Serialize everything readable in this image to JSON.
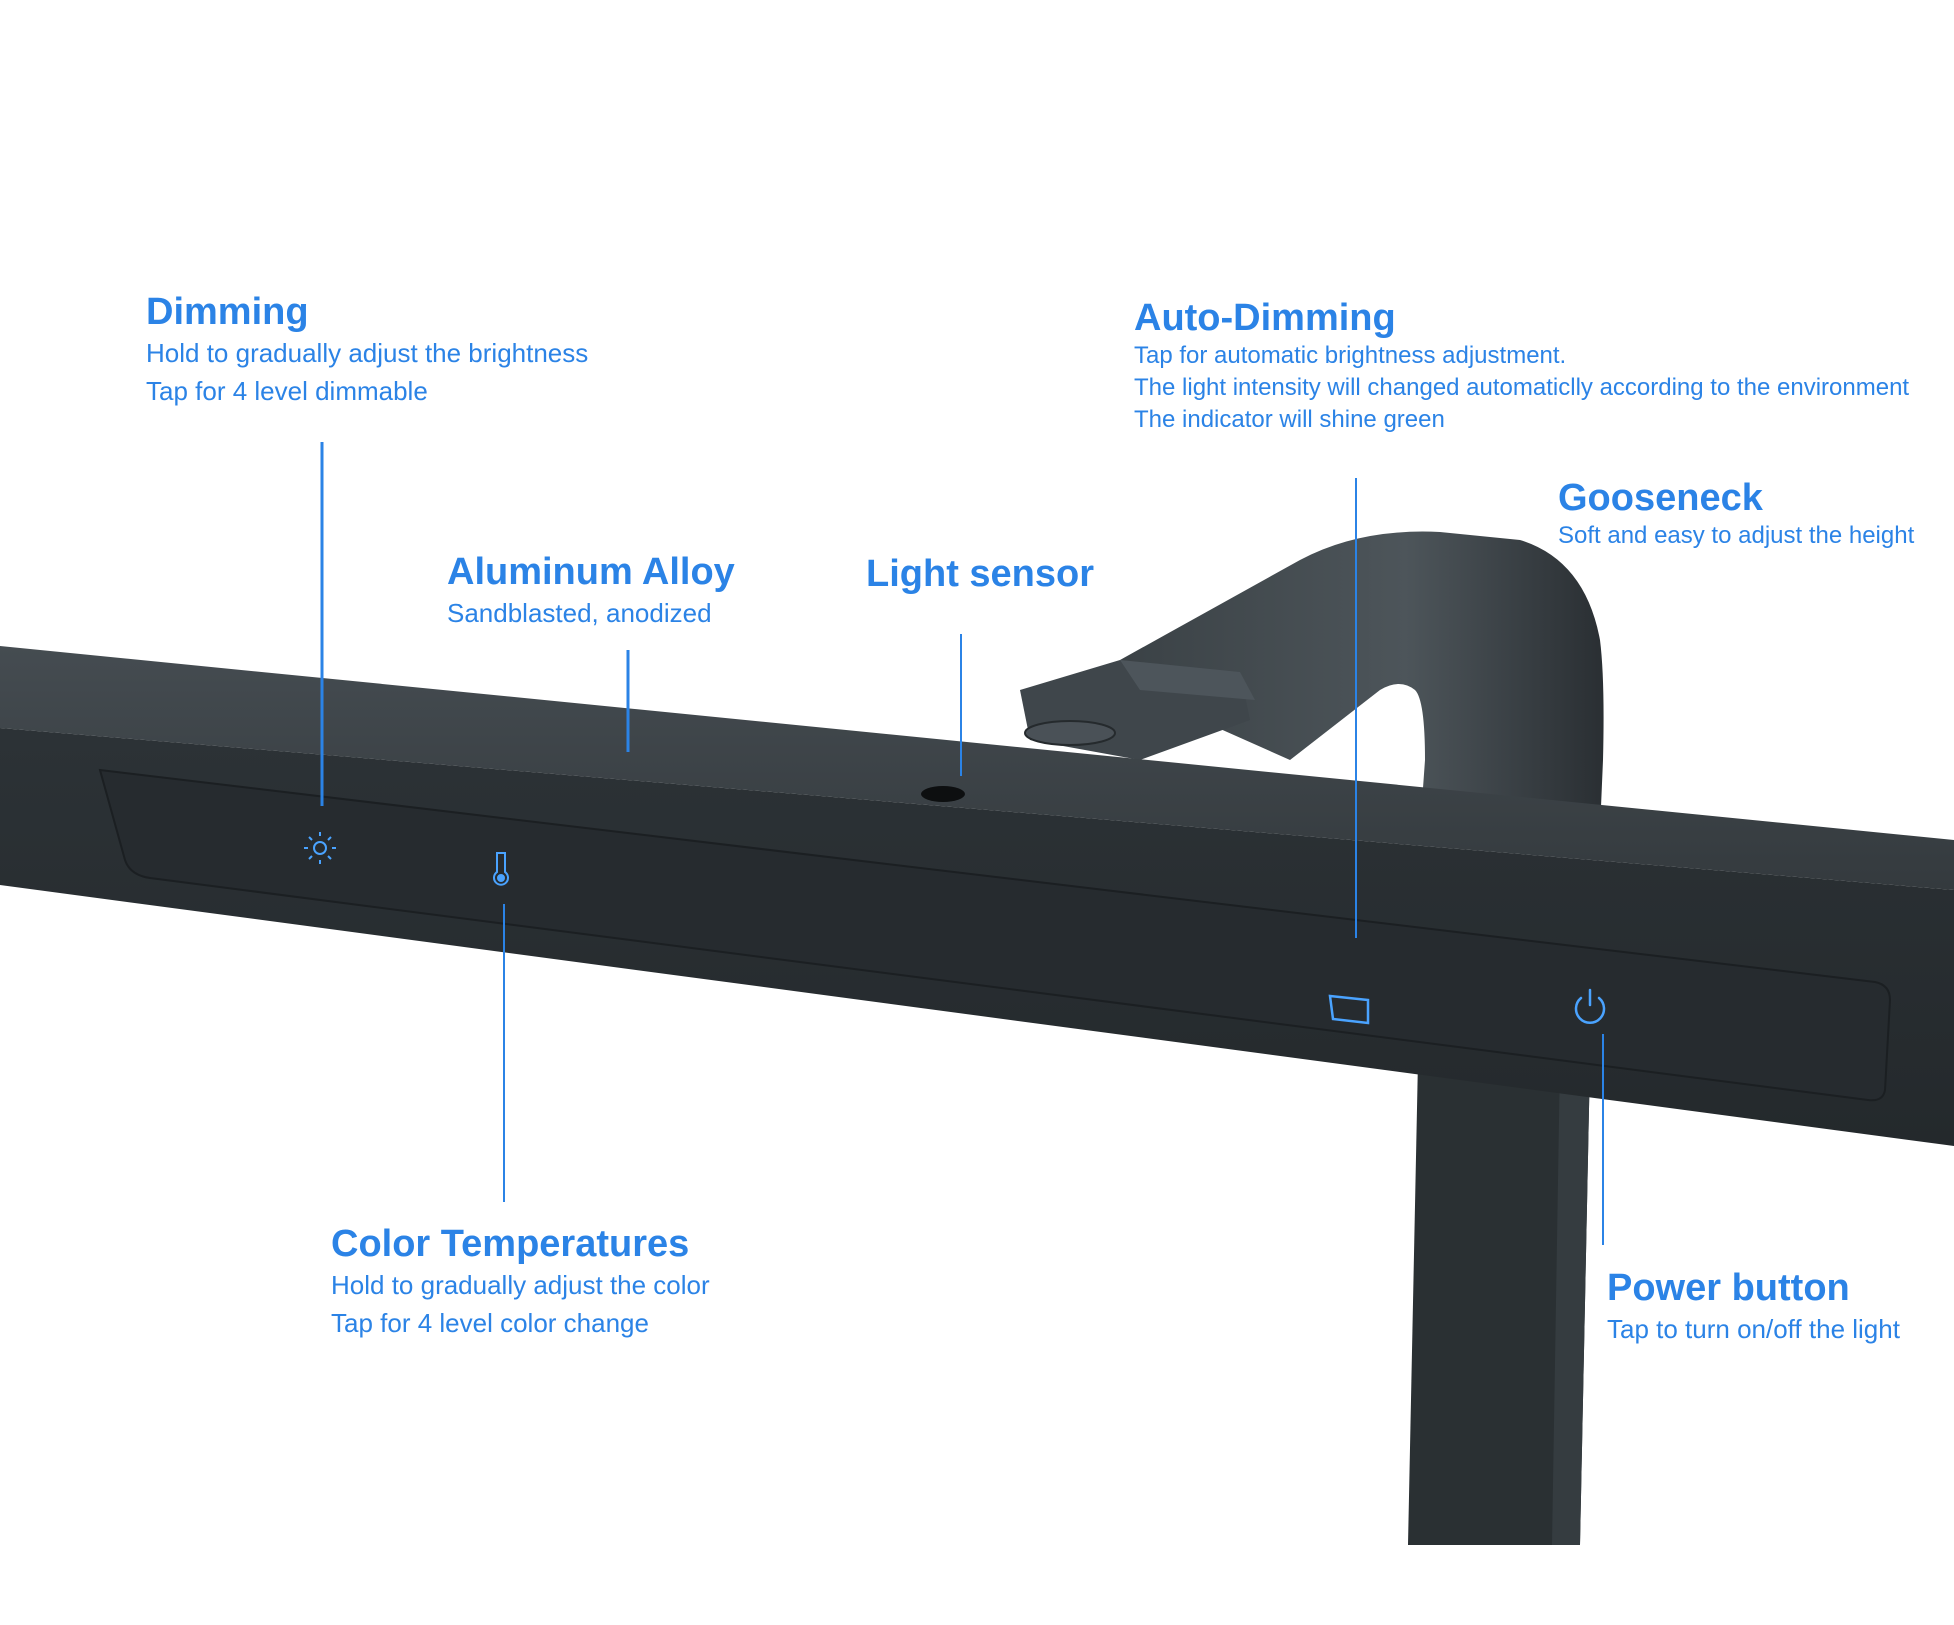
{
  "accent_color": "#2b83e6",
  "lamp_color": "#2f3539",
  "icon_color": "#4aa3ff",
  "annotations": {
    "dimming": {
      "title": "Dimming",
      "lines": [
        "Hold to gradually adjust the brightness",
        "Tap for 4 level dimmable"
      ]
    },
    "auto_dimming": {
      "title": "Auto-Dimming",
      "lines": [
        "Tap for automatic brightness adjustment.",
        "The light intensity will changed automaticlly according to the environment",
        "The indicator will shine green"
      ]
    },
    "gooseneck": {
      "title": "Gooseneck",
      "lines": [
        "Soft and easy to adjust the height"
      ]
    },
    "aluminum_alloy": {
      "title": "Aluminum Alloy",
      "lines": [
        "Sandblasted, anodized"
      ]
    },
    "light_sensor": {
      "title": "Light sensor",
      "lines": []
    },
    "color_temperatures": {
      "title": "Color Temperatures",
      "lines": [
        "Hold to gradually adjust the color",
        "Tap for 4 level color change"
      ]
    },
    "power_button": {
      "title": "Power button",
      "lines": [
        "Tap to turn on/off the light"
      ]
    }
  },
  "icons": [
    "sun-dimming-icon",
    "thermometer-icon",
    "auto-dimming-icon",
    "power-icon",
    "light-sensor-hole"
  ]
}
